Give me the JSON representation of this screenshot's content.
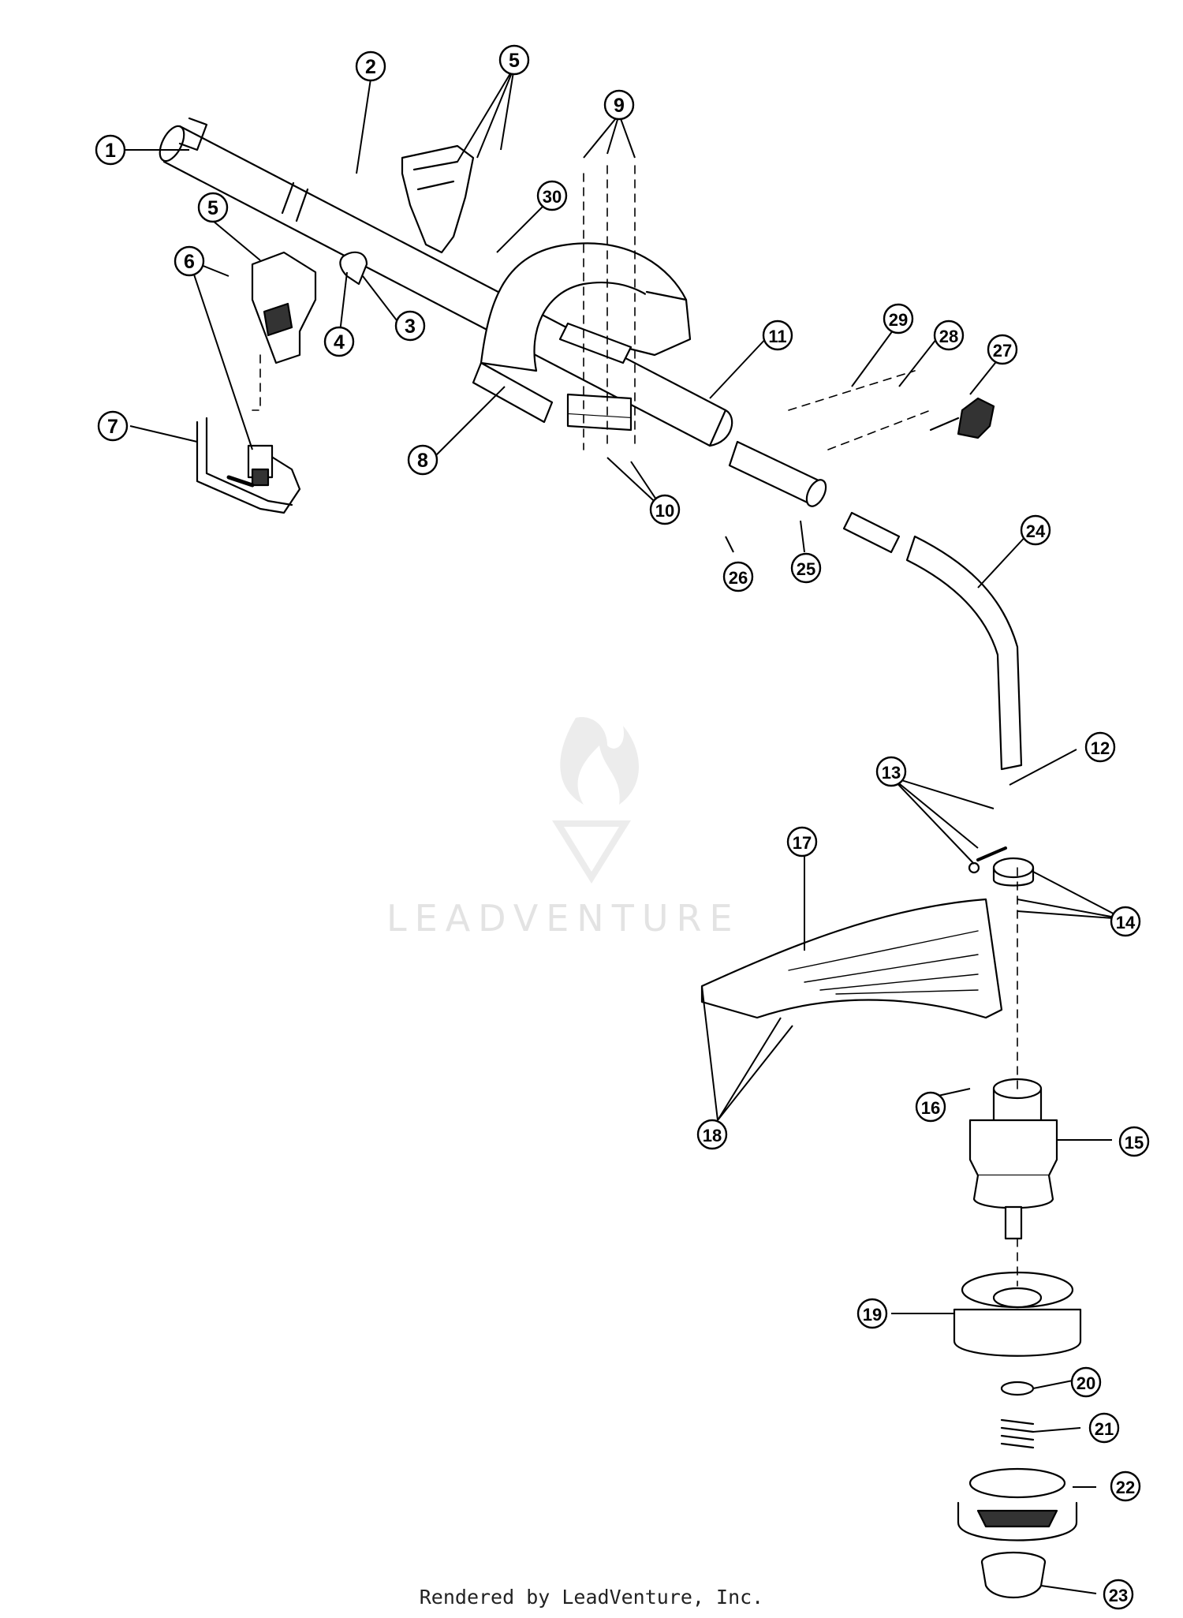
{
  "watermark": {
    "brand_text": "LEADVENTURE"
  },
  "footer": {
    "text": "Rendered by LeadVenture, Inc."
  },
  "part_numbers": [
    "1",
    "2",
    "3",
    "4",
    "5",
    "5",
    "6",
    "7",
    "8",
    "9",
    "10",
    "11",
    "12",
    "13",
    "14",
    "15",
    "16",
    "17",
    "18",
    "19",
    "20",
    "21",
    "22",
    "23",
    "24",
    "25",
    "26",
    "27",
    "28",
    "29",
    "30"
  ]
}
